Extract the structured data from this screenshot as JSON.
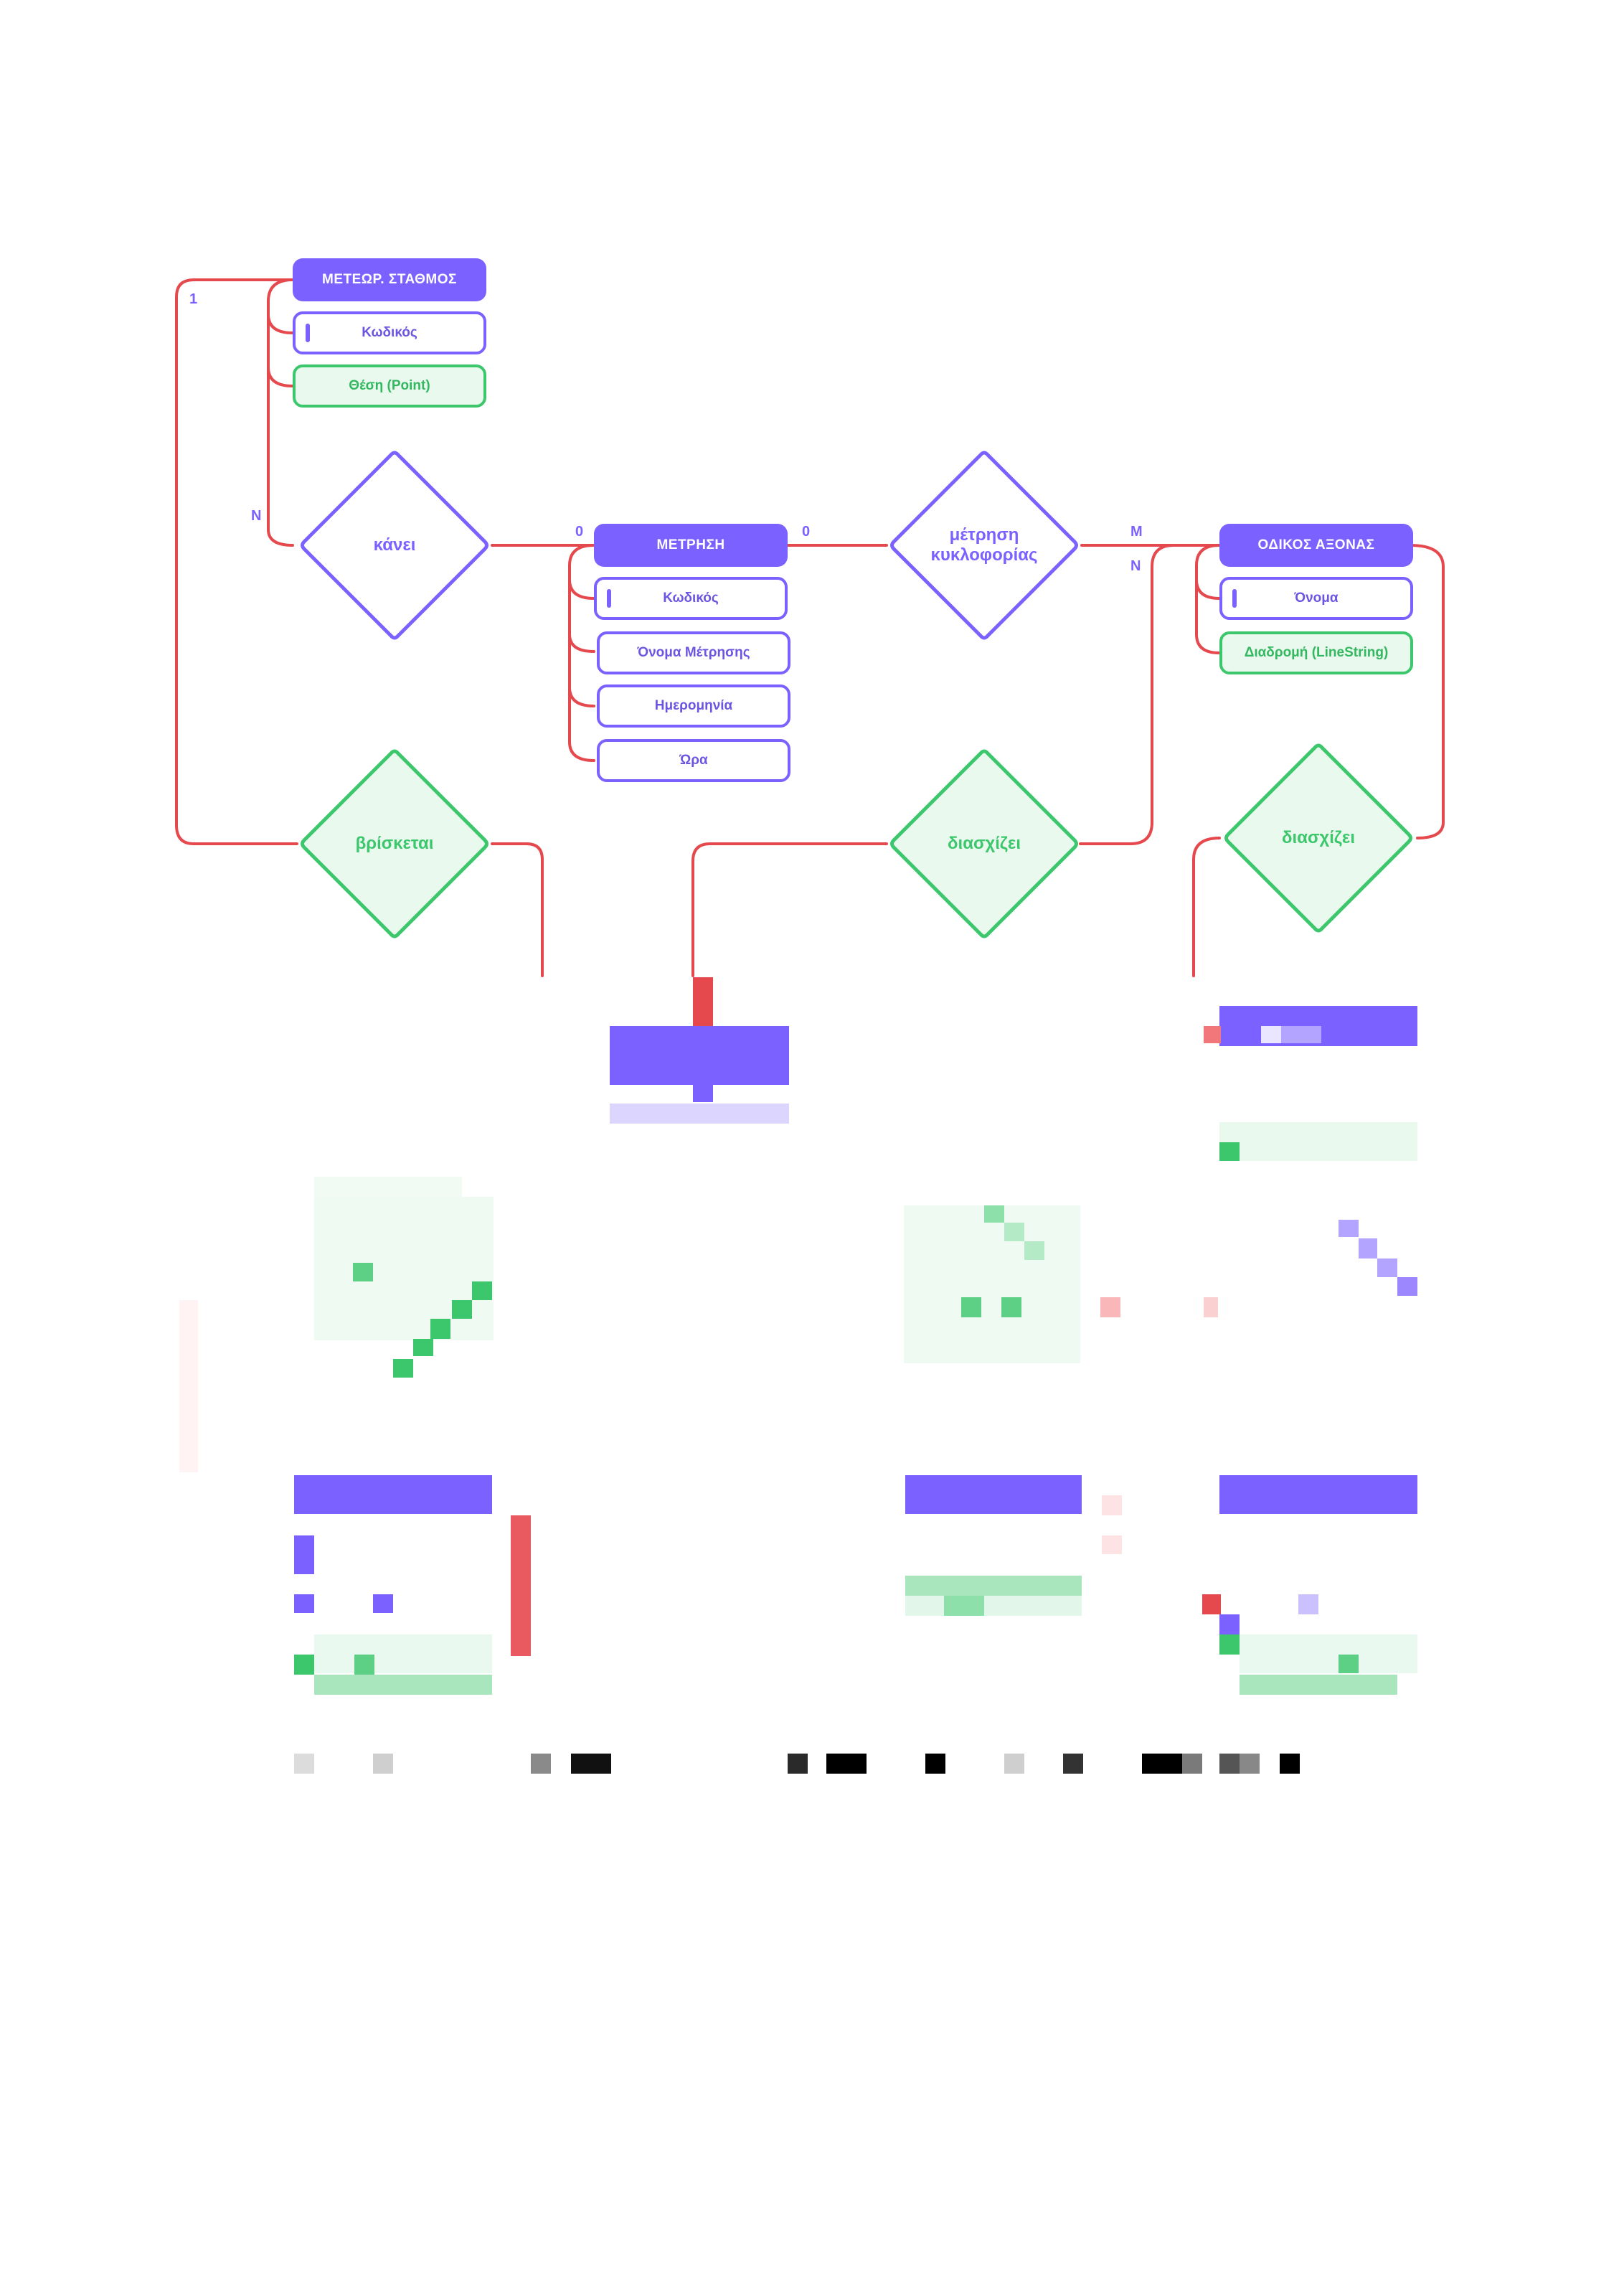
{
  "colors": {
    "entity": "#7b61ff",
    "attribute_border": "#7b61ff",
    "spatial": "#3cc76c",
    "spatial_fill": "#e9f9ee",
    "connector": "#e5484d",
    "cardinality": "#7b61ff"
  },
  "entities": {
    "station": {
      "title": "ΜΕΤΕΩΡ. ΣΤΑΘΜΟΣ",
      "attributes": [
        "Κωδικός",
        "Θέση (Point)"
      ]
    },
    "measurement": {
      "title": "ΜΕΤΡΗΣΗ",
      "attributes": [
        "Κωδικός",
        "Όνομα Μέτρησης",
        "Ημερομηνία",
        "Ώρα"
      ]
    },
    "road_axis": {
      "title": "ΟΔΙΚΟΣ ΑΞΟΝΑΣ",
      "attributes": [
        "Όνομα",
        "Διαδρομή (LineString)"
      ]
    }
  },
  "relationships": {
    "makes": "κάνει",
    "traffic_measurement": "μέτρηση κυκλοφορίας",
    "located_in": "βρίσκεται",
    "crosses_1": "διασχίζει",
    "crosses_2": "διασχίζει"
  },
  "cardinalities": {
    "station_makes": "1",
    "makes_station": "N",
    "makes_measurement": "0",
    "measurement_traffic": "0",
    "traffic_road_top": "M",
    "traffic_road_bottom": "N"
  }
}
